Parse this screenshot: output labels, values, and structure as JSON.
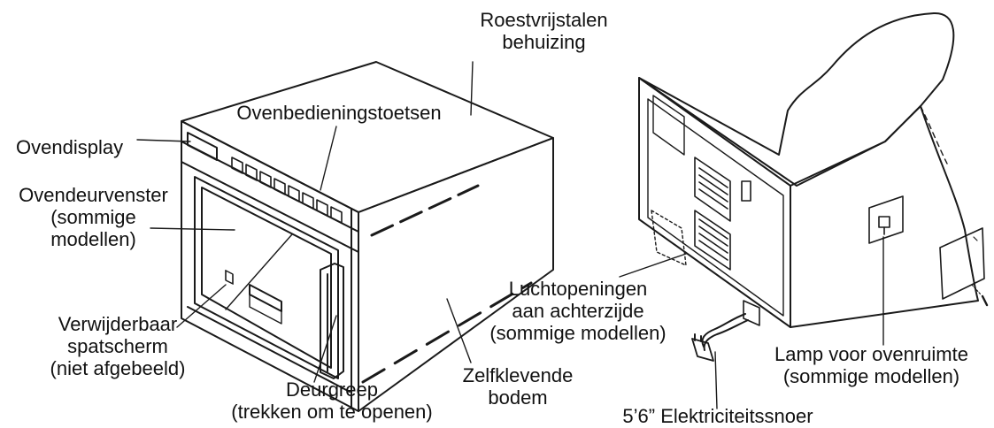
{
  "colors": {
    "line": "#1a1a1a",
    "text": "#111111",
    "background": "#ffffff"
  },
  "labels": {
    "stainless_housing": [
      "Roestvrijstalen",
      "behuizing"
    ],
    "control_keys": [
      "Ovenbedieningstoetsen"
    ],
    "oven_display": [
      "Ovendisplay"
    ],
    "door_window": [
      "Ovendeurvenster",
      "(sommige",
      "modellen)"
    ],
    "splash_screen": [
      "Verwijderbaar",
      "spatscherm",
      "(niet afgebeeld)"
    ],
    "door_handle": [
      "Deurgreep",
      "(trekken om te openen)"
    ],
    "adhesive_bottom": [
      "Zelfklevende",
      "bodem"
    ],
    "rear_vents": [
      "Luchtopeningen",
      "aan achterzijde",
      "(sommige modellen)"
    ],
    "cavity_lamp": [
      "Lamp voor ovenruimte",
      "(sommige modellen)"
    ],
    "power_cord": [
      "5’6” Elektriciteitssnoer"
    ]
  }
}
